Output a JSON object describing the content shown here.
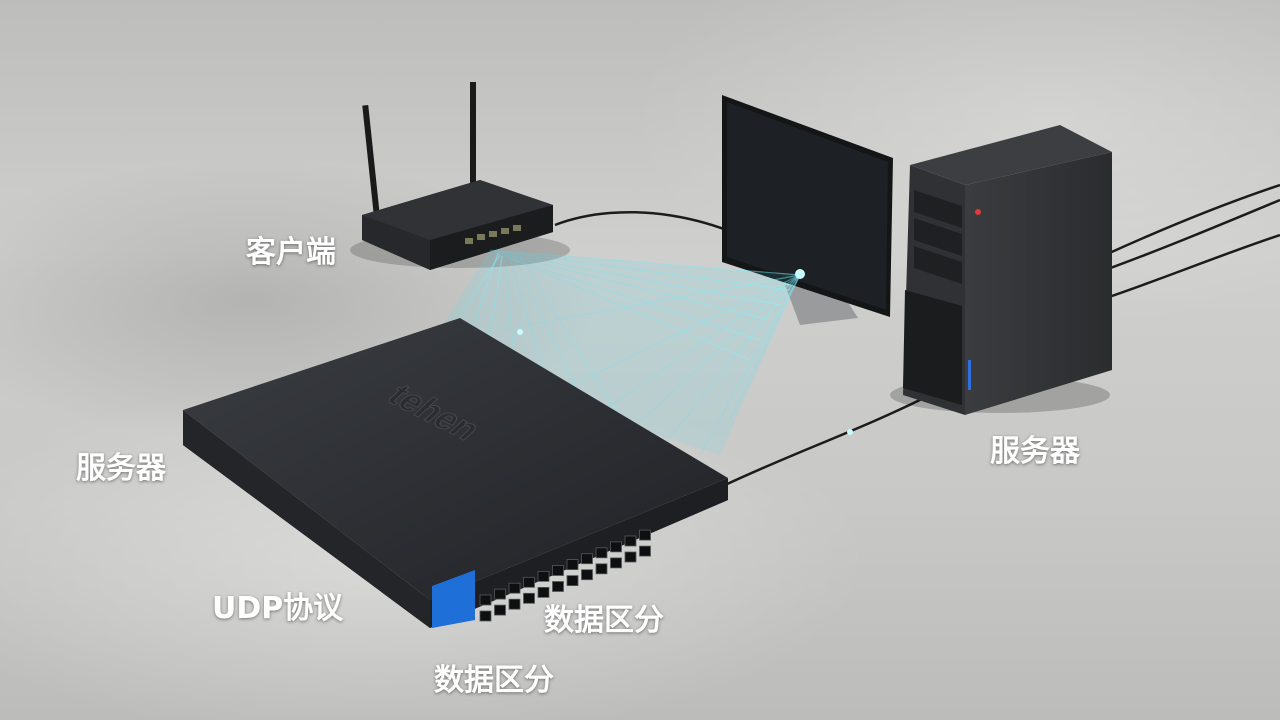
{
  "labels": {
    "client": "客户端",
    "server_left": "服务器",
    "server_right": "服务器",
    "protocol": "UDP协议",
    "data_split_a": "数据区分",
    "data_split_b": "数据区分"
  },
  "devices": {
    "switch_logo": "tehen",
    "port_count": 24
  },
  "colors": {
    "beam": "#3fe6ff",
    "switch_panel": "#1e6fd8",
    "device_dark": "#222426",
    "floor": "#c8c8c6"
  }
}
